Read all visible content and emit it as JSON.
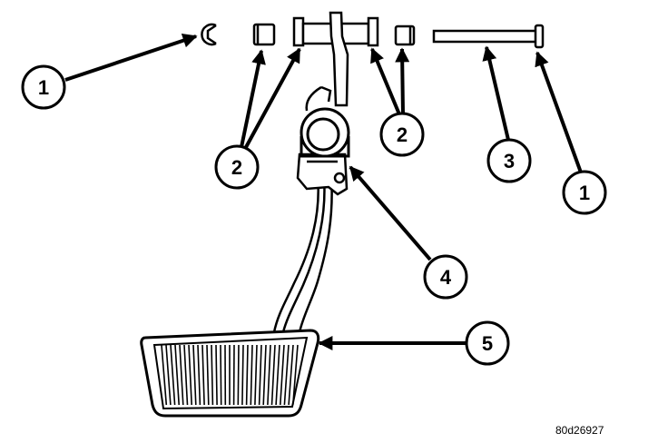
{
  "callouts": [
    {
      "id": "c1a",
      "label": "1"
    },
    {
      "id": "c2a",
      "label": "2"
    },
    {
      "id": "c2b",
      "label": "2"
    },
    {
      "id": "c3",
      "label": "3"
    },
    {
      "id": "c1b",
      "label": "1"
    },
    {
      "id": "c4",
      "label": "4"
    },
    {
      "id": "c5",
      "label": "5"
    }
  ],
  "figure_code": "80d26927"
}
